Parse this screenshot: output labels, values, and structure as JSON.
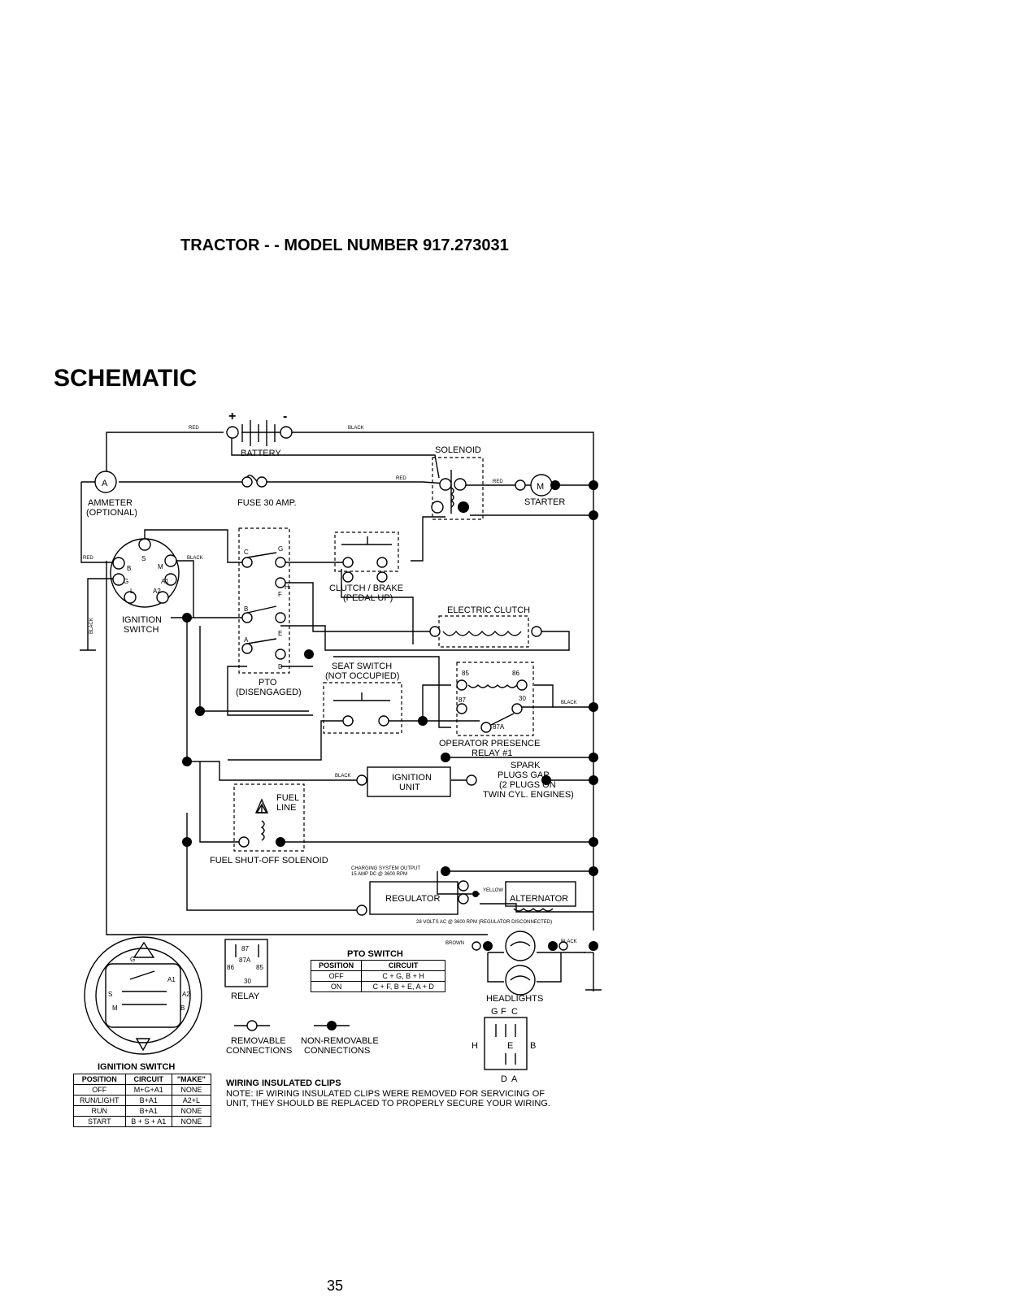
{
  "header": {
    "title": "TRACTOR - - MODEL NUMBER 917.273031"
  },
  "section": {
    "title": "SCHEMATIC"
  },
  "page": {
    "number": "35"
  },
  "battery": {
    "plus": "+",
    "minus": "-",
    "label": "BATTERY",
    "wire_left": "RED",
    "wire_right": "BLACK"
  },
  "components": {
    "solenoid": "SOLENOID",
    "starter": "STARTER",
    "starter_symbol": "M",
    "ammeter": [
      "AMMETER",
      "(OPTIONAL)"
    ],
    "ammeter_symbol": "A",
    "fuse": "FUSE 30 AMP.",
    "ignition_switch": [
      "IGNITION",
      "SWITCH"
    ],
    "pto": [
      "PTO",
      "(DISENGAGED)"
    ],
    "clutch_brake": [
      "CLUTCH / BRAKE",
      "(PEDAL UP)"
    ],
    "electric_clutch": "ELECTRIC CLUTCH",
    "seat_switch": [
      "SEAT SWITCH",
      "(NOT OCCUPIED)"
    ],
    "operator_relay": [
      "OPERATOR PRESENCE",
      "RELAY #1"
    ],
    "ignition_unit": [
      "IGNITION",
      "UNIT"
    ],
    "spark_plugs": [
      "SPARK",
      "PLUGS GAP",
      "(2 PLUGS ON",
      "TWIN CYL. ENGINES)"
    ],
    "fuel_line": [
      "FUEL",
      "LINE"
    ],
    "fuel_solenoid": "FUEL SHUT-OFF SOLENOID",
    "charging_output": [
      "CHARGING SYSTEM OUTPUT",
      "15 AMP DC @ 3600 RPM"
    ],
    "regulator": "REGULATOR",
    "alternator": "ALTERNATOR",
    "alternator_note": "28 VOLTS AC @ 3600 RPM (REGULATOR DISCONNECTED)",
    "headlights": "HEADLIGHTS",
    "relay": "RELAY"
  },
  "wires": {
    "red": "RED",
    "black": "BLACK",
    "yellow": "YELLOW",
    "brown": "BROWN"
  },
  "terminals": {
    "ign": [
      "B",
      "S",
      "M",
      "G",
      "A1",
      "L",
      "A2"
    ],
    "pto": [
      "C",
      "G",
      "F",
      "H",
      "B",
      "E",
      "A",
      "D"
    ],
    "relay": [
      "85",
      "86",
      "87",
      "30",
      "87A"
    ],
    "relay_small": [
      "87",
      "87A",
      "86",
      "85",
      "30"
    ],
    "connector": [
      "G",
      "F",
      "C",
      "H",
      "E",
      "B",
      "D",
      "A"
    ],
    "ign_face": [
      "G",
      "A1",
      "S",
      "A2",
      "M",
      "B"
    ]
  },
  "legend": {
    "removable": [
      "REMOVABLE",
      "CONNECTIONS"
    ],
    "non_removable": [
      "NON-REMOVABLE",
      "CONNECTIONS"
    ]
  },
  "pto_switch_table": {
    "title": "PTO SWITCH",
    "headers": [
      "POSITION",
      "CIRCUIT"
    ],
    "rows": [
      [
        "OFF",
        "C + G, B + H"
      ],
      [
        "ON",
        "C + F, B + E, A + D"
      ]
    ]
  },
  "ignition_switch_table": {
    "title": "IGNITION SWITCH",
    "headers": [
      "POSITION",
      "CIRCUIT",
      "\"MAKE\""
    ],
    "rows": [
      [
        "OFF",
        "M+G+A1",
        "NONE"
      ],
      [
        "RUN/LIGHT",
        "B+A1",
        "A2+L"
      ],
      [
        "RUN",
        "B+A1",
        "NONE"
      ],
      [
        "START",
        "B + S + A1",
        "NONE"
      ]
    ]
  },
  "note": {
    "title": "WIRING INSULATED CLIPS",
    "lines": [
      "NOTE: IF WIRING INSULATED CLIPS WERE REMOVED FOR SERVICING OF",
      "UNIT, THEY SHOULD BE REPLACED TO PROPERLY SECURE YOUR WIRING."
    ]
  }
}
